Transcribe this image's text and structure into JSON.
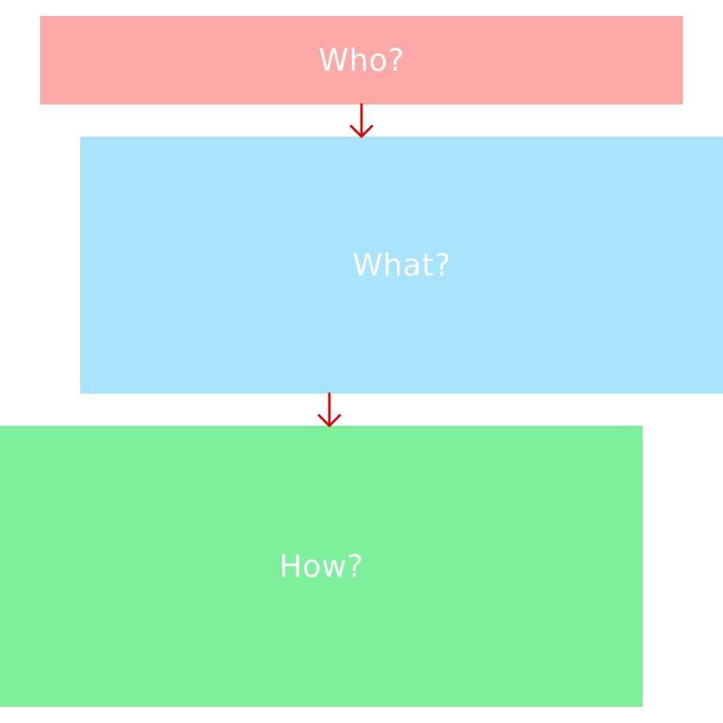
{
  "diagram": {
    "nodes": [
      {
        "id": "who",
        "label": "Who?",
        "color": "#ffa8a8"
      },
      {
        "id": "what",
        "label": "What?",
        "color": "#a8e4fe"
      },
      {
        "id": "how",
        "label": "How?",
        "color": "#7df09c"
      }
    ],
    "edges": [
      {
        "from": "who",
        "to": "what"
      },
      {
        "from": "what",
        "to": "how"
      }
    ],
    "connector_color": "#e00000"
  }
}
